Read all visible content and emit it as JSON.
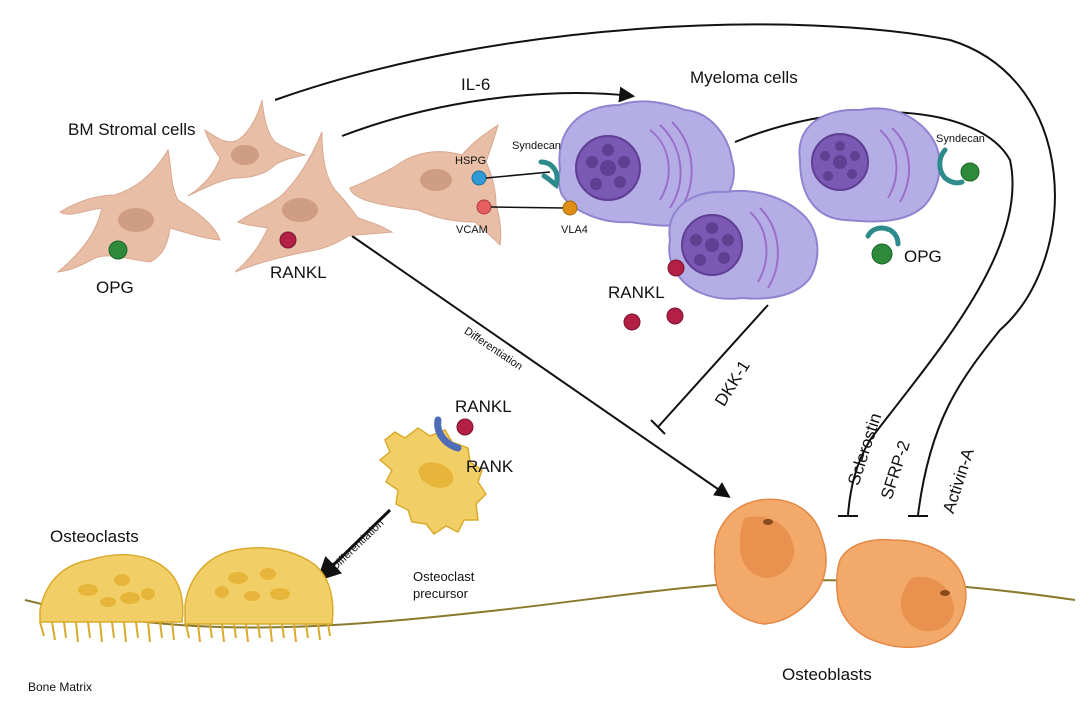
{
  "labels": {
    "bm_stromal": "BM Stromal cells",
    "il6": "IL-6",
    "myeloma": "Myeloma cells",
    "opg_left": "OPG",
    "rankl_stromal": "RANKL",
    "hspg": "HSPG",
    "vcam": "VCAM",
    "syndecan_1": "Syndecan",
    "vla4": "VLA4",
    "syndecan_2": "Syndecan",
    "opg_right": "OPG",
    "rankl_myeloma": "RANKL",
    "differentiation_1": "Differentiation",
    "dkk1": "DKK-1",
    "rankl_precursor": "RANKL",
    "rank": "RANK",
    "differentiation_2": "Differentiation",
    "osteoclasts": "Osteoclasts",
    "osteoclast_precursor": "Osteoclast\nprecursor",
    "sclerostin": "Sclerostin",
    "sfrp2": "SFRP-2",
    "activin": "Activin-A",
    "osteoblasts": "Osteoblasts",
    "bone_matrix": "Bone Matrix"
  },
  "colors": {
    "stromal": "#e9bea6",
    "stromal_nucleus": "#cf9c84",
    "myeloma": "#b5aee6",
    "myeloma_edge": "#8f84cf",
    "myeloma_nucleus": "#7b58b3",
    "osteoclast": "#f2cf66",
    "osteoclast_edge": "#d9ab2c",
    "osteoblast": "#f3a96a",
    "osteoblast_inner": "#e48945",
    "opg": "#2d8a3a",
    "rankl": "#b31f45",
    "hspg": "#2f9ad6",
    "vcam": "#e55e60",
    "vla4": "#e08f16",
    "syndecan": "#2e8b8b",
    "rank": "#4f6cb8",
    "bone_line": "#8a7a2e"
  }
}
